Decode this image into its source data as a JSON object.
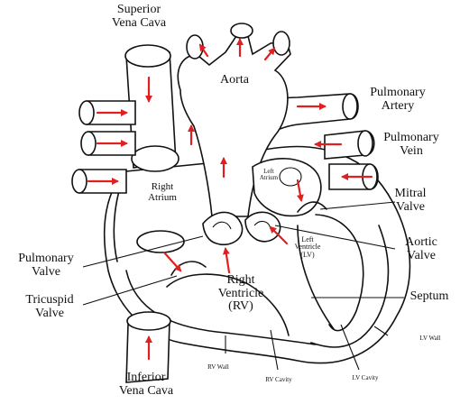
{
  "diagram": {
    "arrow_color": "#e02020",
    "labels": {
      "superior_vena_cava": "Superior\nVena Cava",
      "aorta": "Aorta",
      "pulmonary_artery": "Pulmonary\nArtery",
      "pulmonary_vein": "Pulmonary\nVein",
      "right_atrium": "Right\nAtrium",
      "left_atrium": "Left\nAtrium",
      "mitral_valve": "Mitral\nValve",
      "left_ventricle": "Left\nVentricle\n(LV)",
      "aortic_valve": "Aortic\nValve",
      "pulmonary_valve": "Pulmonary\nValve",
      "right_ventricle": "Right\nVentricle\n(RV)",
      "septum": "Septum",
      "tricuspid_valve": "Tricuspid\nValve",
      "lv_wall": "LV Wall",
      "rv_wall": "RV Wall",
      "rv_cavity": "RV Cavity",
      "lv_cavity": "LV Cavity",
      "inferior_vena_cava": "Inferior\nVena Cava"
    }
  }
}
